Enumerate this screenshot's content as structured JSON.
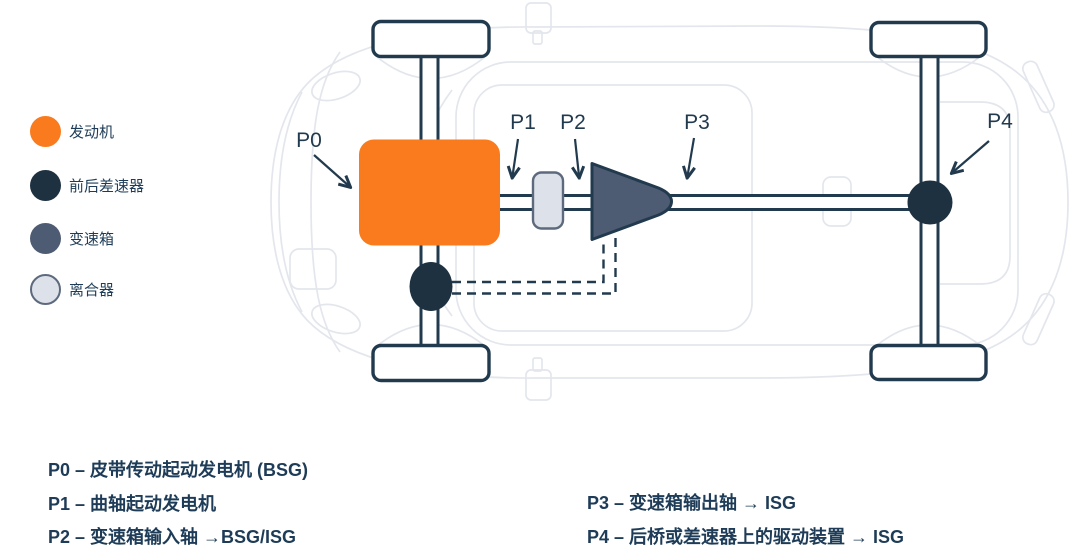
{
  "colors": {
    "ink": "#223a4e",
    "navy": "#1e3141",
    "text": "#1e3c57",
    "orange": "#f97b1d",
    "slate": "#4e5c73",
    "clutchFill": "#dde2ea",
    "clutchStroke": "#5d6a7d",
    "carOutline": "#e3e6ec",
    "background": "#ffffff"
  },
  "legend": {
    "items": [
      {
        "id": "engine",
        "label": "发动机"
      },
      {
        "id": "differential",
        "label": "前后差速器"
      },
      {
        "id": "gearbox",
        "label": "变速箱"
      },
      {
        "id": "clutch",
        "label": "离合器"
      }
    ]
  },
  "diagram": {
    "position_labels": [
      {
        "id": "p0",
        "text": "P0"
      },
      {
        "id": "p1",
        "text": "P1"
      },
      {
        "id": "p2",
        "text": "P2"
      },
      {
        "id": "p3",
        "text": "P3"
      },
      {
        "id": "p4",
        "text": "P4"
      }
    ]
  },
  "definitions": {
    "left": [
      "P0 – 皮带传动起动发电机 (BSG)",
      "P1 – 曲轴起动发电机",
      "P2 – 变速箱输入轴 →BSG/ISG"
    ],
    "right": [
      "P3 – 变速箱输出轴 → ISG",
      "P4 – 后桥或差速器上的驱动装置 → ISG"
    ]
  }
}
